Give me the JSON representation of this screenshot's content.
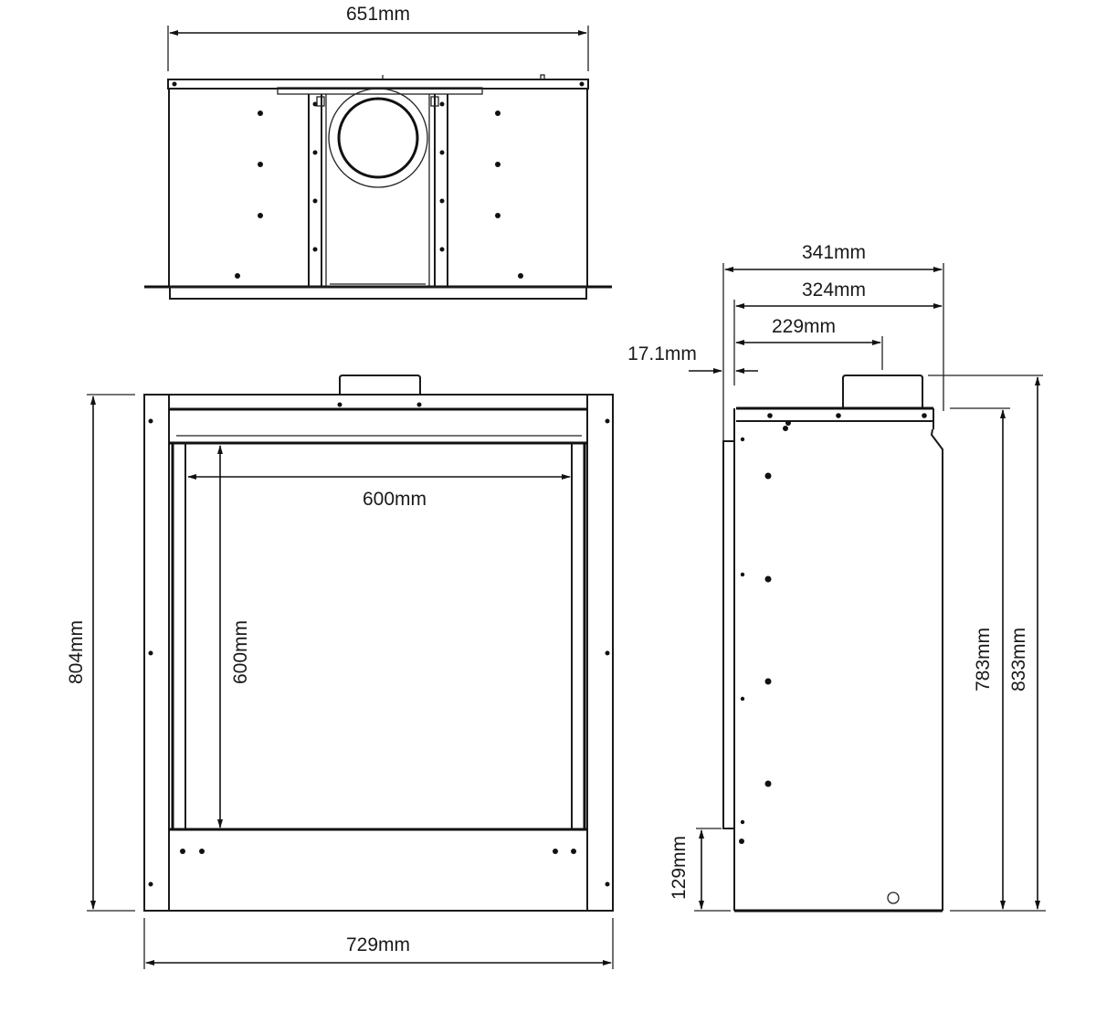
{
  "drawing": {
    "views": [
      "top-view",
      "front-view",
      "side-view"
    ],
    "line_color": "#1a1a1a",
    "background": "#ffffff"
  },
  "top_view": {
    "width_label": "651mm"
  },
  "front_view": {
    "overall_width_label": "729mm",
    "overall_height_label": "804mm",
    "opening_width_label": "600mm",
    "opening_height_label": "600mm"
  },
  "side_view": {
    "overall_depth_label": "341mm",
    "body_depth_label": "324mm",
    "flue_center_label": "229mm",
    "frame_offset_label": "17.1mm",
    "body_height_label": "783mm",
    "overall_height_label": "833mm",
    "base_height_label": "129mm"
  }
}
